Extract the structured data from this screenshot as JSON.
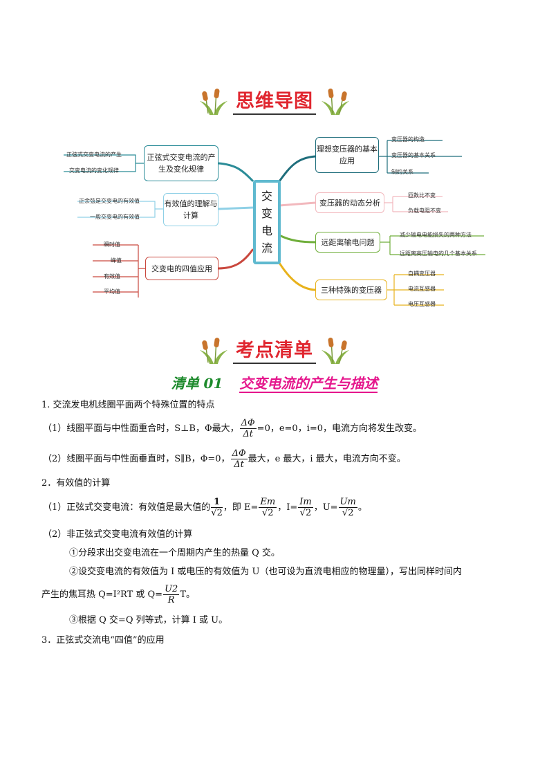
{
  "mindmap_heading": "思维导图",
  "kaodian_heading": "考点清单",
  "mindmap": {
    "center": "交变电流",
    "left_nodes": [
      {
        "label": "正弦式交变电流的产生及变化规律",
        "leaves": [
          "正弦式交变电流的产生",
          "交变电流的变化规律"
        ]
      },
      {
        "label": "有效值的理解与计算",
        "leaves": [
          "正余弦是交变电的有效值",
          "一般交变电的有效值"
        ]
      },
      {
        "label": "交变电的四值应用",
        "leaves": [
          "瞬时值",
          "峰值",
          "有效值",
          "平均值"
        ]
      }
    ],
    "right_nodes": [
      {
        "label": "理想变压器的基本应用",
        "leaves": [
          "变压器的构造",
          "变压器的基本关系",
          "制约关系"
        ]
      },
      {
        "label": "变压器的动态分析",
        "leaves": [
          "匝数比不变",
          "负载电阻不变"
        ]
      },
      {
        "label": "远距离输电问题",
        "leaves": [
          "减少输电电能损失的两种方法",
          "远距离高压输电的几个基本关系"
        ]
      },
      {
        "label": "三种特殊的变压器",
        "leaves": [
          "自耦变压器",
          "电流互感器",
          "电压互感器"
        ]
      }
    ]
  },
  "section": {
    "number": "清单 01",
    "name": "交变电流的产生与描述"
  },
  "content": {
    "p1_title": "1. 交流发电机线圈平面两个特殊位置的特点",
    "p1_1a": "（1）线圈平面与中性面重合时，S⊥B，Φ最大，",
    "p1_1b": "=0，e=0，i=0，电流方向将发生改变。",
    "p1_2a": "（2）线圈平面与中性面垂直时，S∥B，Φ=0，",
    "p1_2b": "最大，e 最大，i 最大，电流方向不变。",
    "frac_dphi_num": "ΔΦ",
    "frac_dphi_den": "Δt",
    "p2_title": "2．有效值的计算",
    "p2_1a": "（1）正弦式交变电流：有效值是最大值的",
    "frac_one_num": "1",
    "frac_sqrt2": "√2",
    "p2_1b": "，即 E=",
    "frac_em": "Em",
    "p2_1c": "，I=",
    "frac_im": "Im",
    "p2_1d": "，U=",
    "frac_um": "Um",
    "p2_1e": "。",
    "p2_2": "（2）非正弦式交变电流有效值的计算",
    "p2_2_1": "①分段求出交变电流在一个周期内产生的热量 Q 交。",
    "p2_2_2": "②设交变电流的有效值为 I 或电压的有效值为 U（也可设为直流电相应的物理量），写出同样时间内",
    "p2_2_3a": "产生的焦耳热 Q=I²RT 或 Q=",
    "frac_u2": "U2",
    "frac_r": "R",
    "p2_2_3b": "T。",
    "p2_2_4": "③根据 Q 交=Q 列等式，计算 I 或 U。",
    "p3_title": "3．正弦式交流电“四值”的应用"
  },
  "colors": {
    "heading_red": "#e0262f",
    "teal": "#2b8c98",
    "pink": "#f2b8bd",
    "green": "#6fae3a",
    "orange": "#e8b21c",
    "lightblue": "#8fd0e6",
    "red": "#c9473d",
    "section_green": "#1d8a2c",
    "section_pink": "#e5168c"
  }
}
